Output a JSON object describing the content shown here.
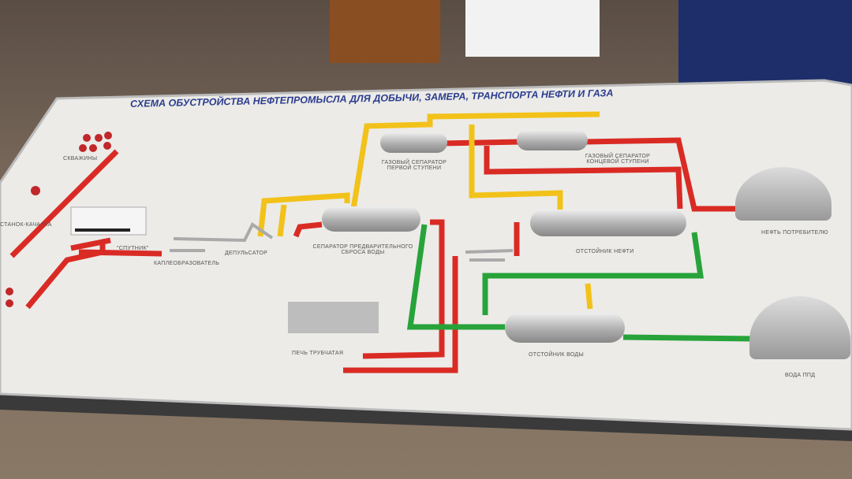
{
  "title": "СХЕМА ОБУСТРОЙСТВА НЕФТЕПРОМЫСЛА ДЛЯ ДОБЫЧИ, ЗАМЕРА, ТРАНСПОРТА НЕФТИ И ГАЗА",
  "labels": {
    "wells": "СКВАЖИНЫ",
    "pump": "СТАНОК-КАЧАЛКА",
    "sputnik": "\"СПУТНИК\"",
    "drop": "КАПЛЕОБРАЗОВАТЕЛЬ",
    "depuls": "ДЕПУЛЬСАТОР",
    "sep1": "ГАЗОВЫЙ СЕПАРАТОР ПЕРВОЙ СТУПЕНИ",
    "sep2": "ГАЗОВЫЙ СЕПАРАТОР КОНЦЕВОЙ СТУПЕНИ",
    "presep": "СЕПАРАТОР ПРЕДВАРИТЕЛЬНОГО СБРОСА ВОДЫ",
    "oilsettler": "ОТСТОЙНИК НЕФТИ",
    "oilout": "НЕФТЬ ПОТРЕБИТЕЛЮ",
    "furnace": "ПЕЧЬ ТРУБЧАТАЯ",
    "watersettler": "ОТСТОЙНИК ВОДЫ",
    "water": "ВОДА ППД"
  },
  "colors": {
    "oil": "#d92b24",
    "gas": "#f2c21a",
    "water": "#27a33a",
    "title": "#2c3d8f"
  }
}
